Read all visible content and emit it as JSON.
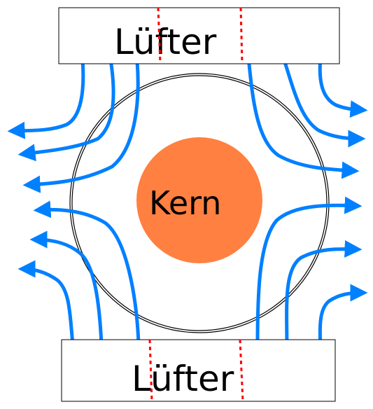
{
  "fans": {
    "top_label": "Lüfter",
    "bottom_label": "Lüfter"
  },
  "core": {
    "label": "Kern"
  },
  "colors": {
    "core_fill": "#ff8040",
    "airflow": "#0080ff",
    "marker_lines": "#ff0000",
    "outline": "#000000"
  }
}
